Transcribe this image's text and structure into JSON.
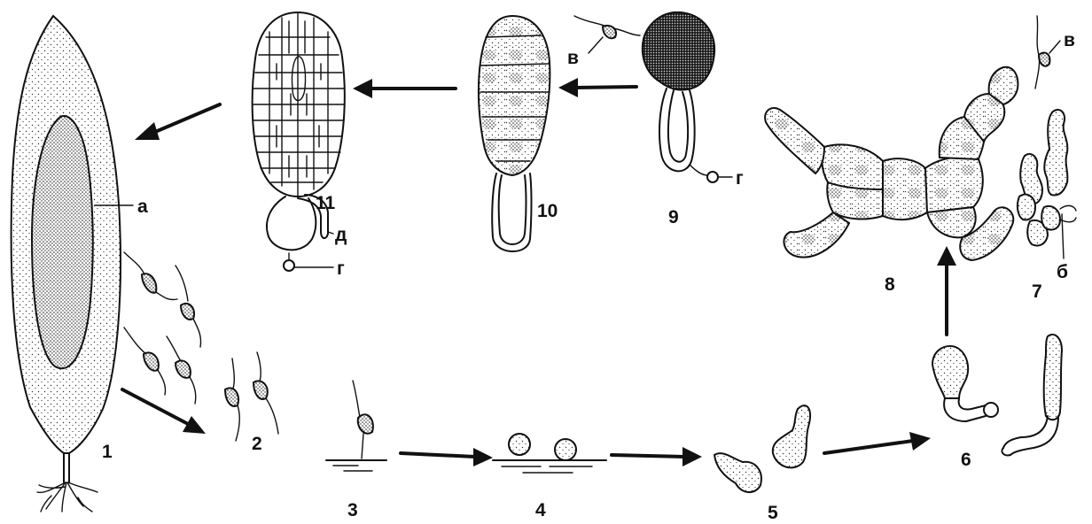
{
  "stages": {
    "s1": "1",
    "s2": "2",
    "s3": "3",
    "s4": "4",
    "s5": "5",
    "s6": "6",
    "s7": "7",
    "s8": "8",
    "s9": "9",
    "s10": "10",
    "s11": "11"
  },
  "parts": {
    "a": "а",
    "b": "б",
    "v9": "в",
    "v7": "в",
    "g9": "г",
    "g11": "г",
    "d": "д"
  }
}
